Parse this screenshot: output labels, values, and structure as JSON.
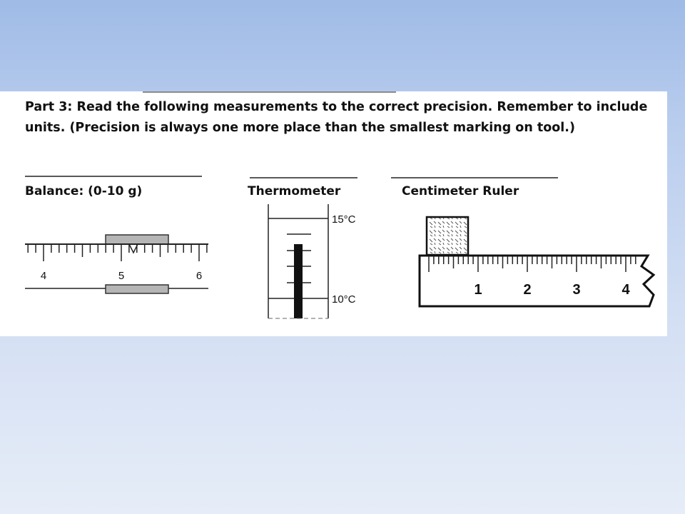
{
  "worksheet": {
    "instructions": "Part 3: Read the following measurements to the correct precision.    Remember to include units. (Precision is always one more place than the smallest marking on tool.)",
    "balance": {
      "label": "Balance: (0-10 g)",
      "scale_numbers": [
        "4",
        "5",
        "6"
      ]
    },
    "thermometer": {
      "label": "Thermometer",
      "top_mark": "15°C",
      "bottom_mark": "10°C"
    },
    "ruler": {
      "label": "Centimeter Ruler",
      "numbers": [
        "1",
        "2",
        "3",
        "4"
      ]
    }
  }
}
